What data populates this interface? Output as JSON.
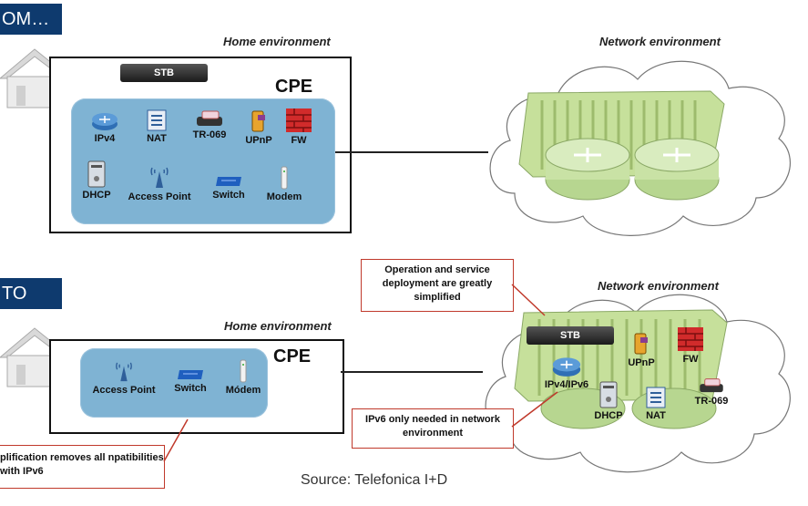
{
  "top": {
    "banner": "OM…",
    "home_env_label": "Home environment",
    "net_env_label": "Network environment",
    "stb_label": "STB",
    "cpe_title": "CPE",
    "cpe_items": [
      "IPv4",
      "NAT",
      "TR-069",
      "UPnP",
      "FW",
      "DHCP",
      "Access Point",
      "Switch",
      "Modem"
    ]
  },
  "bottom": {
    "banner": "TO",
    "home_env_label": "Home environment",
    "net_env_label": "Network environment",
    "cpe_title": "CPE",
    "cpe_items": [
      "Access Point",
      "Switch",
      "Módem"
    ],
    "stb_label": "STB",
    "cloud_items": [
      "UPnP",
      "FW",
      "IPv4/IPv6",
      "TR-069",
      "DHCP",
      "NAT"
    ],
    "callout_operation": "Operation and service deployment are greatly simplified",
    "callout_ipv6": "IPv6 only needed in network environment",
    "callout_simplification": "plification removes all npatibilities with IPv6"
  },
  "source": "Source: Telefonica I+D",
  "colors": {
    "banner": "#0e3a6e",
    "cpe": "#7fb3d3",
    "callout_border": "#c0392b",
    "server": "#b5d98a"
  }
}
